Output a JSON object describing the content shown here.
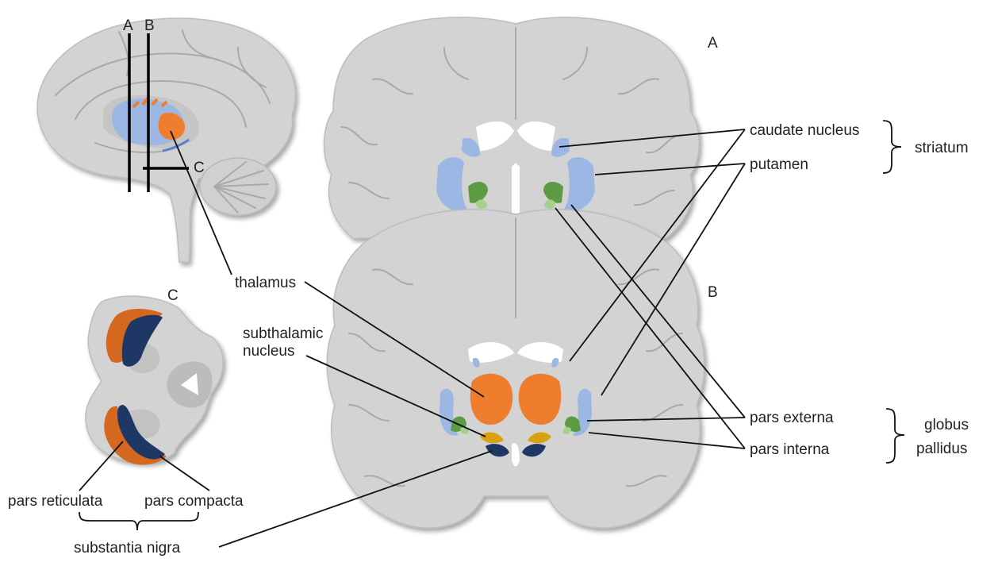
{
  "sections": {
    "a": "A",
    "b": "B",
    "c": "C"
  },
  "labels": {
    "caudate_nucleus": "caudate nucleus",
    "putamen": "putamen",
    "striatum": "striatum",
    "thalamus": "thalamus",
    "subthalamic_line1": "subthalamic",
    "subthalamic_line2": "nucleus",
    "pars_externa": "pars externa",
    "pars_interna": "pars interna",
    "globus_line1": "globus",
    "globus_line2": "pallidus",
    "pars_reticulata": "pars reticulata",
    "pars_compacta": "pars compacta",
    "substantia_nigra": "substantia nigra"
  },
  "colors": {
    "tissue": "#d3d3d3",
    "striatum_blue": "#9db7e4",
    "globus_pallidus_externa": "#5c9a44",
    "globus_pallidus_interna": "#a8d08d",
    "thalamus_orange": "#ef7d2e",
    "subthalamic_yellow": "#d9a010",
    "nigra_compacta": "#1f3764",
    "nigra_reticulata": "#d5681f"
  }
}
